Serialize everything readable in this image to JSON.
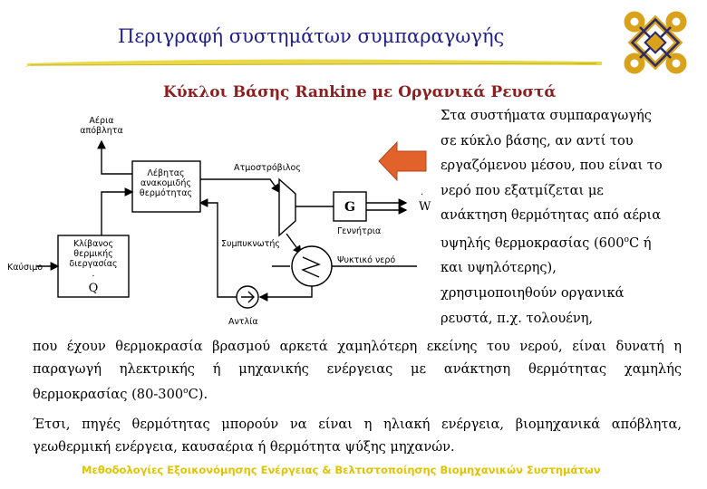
{
  "slide": {
    "title": "Περιγραφή συστημάτων συμπαραγωγής",
    "subtitle": "Κύκλοι Βάσης Rankine με Οργανικά Ρευστά",
    "footer": "Μεθοδολογίες Εξοικονόμησης Ενέργειας & Βελτιστοποίησης Βιομηχανικών Συστημάτων",
    "colors": {
      "title": "#1f1f8a",
      "subtitle": "#8b1e1e",
      "accent_arrow": "#e2622c",
      "underline": "#e8d84a",
      "footer": "#e0c400"
    }
  },
  "diagram": {
    "flue_gas": [
      "Αέρια",
      "απόβλητα"
    ],
    "boiler": [
      "Λέβητας",
      "ανακομιδής",
      "θερμότητας"
    ],
    "furnace": [
      "Κλίβανος",
      "θερμικής",
      "διεργασίας"
    ],
    "fuel": "Καύσιμο",
    "heat_symbol": "Q",
    "turbine": "Ατμοστρόβιλος",
    "generator_letter": "G",
    "generator": "Γεννήτρια",
    "power_symbol": "W",
    "condenser": "Συμπυκνωτής",
    "cooling_water": "Ψυκτικό νερό",
    "pump": "Αντλία"
  },
  "text": {
    "right_lines": [
      "Στα συστήματα συμπαραγωγής",
      "σε κύκλο βάσης, αν αντί του",
      "εργαζόμενου μέσου, που είναι το",
      "νερό που εξατμίζεται με",
      "ανάκτηση θερμότητας από αέρια",
      "υψηλής θερμοκρασίας (600",
      "και υψηλότερης),",
      "χρησιμοποιηθούν οργανικά",
      "ρευστά, π.χ. τολουένη,"
    ],
    "right_line6_sup": "ο",
    "right_line6_end": "C ή",
    "full_line1": "που έχουν θερμοκρασία βρασμού αρκετά χαμηλότερη εκείνης του νερού, είναι δυνατή η",
    "full_line2": "παραγωγή ηλεκτρικής ή μηχανικής ενέργειας με ανάκτηση θερμότητας χαμηλής",
    "full_line3_start": "θερμοκρασίας (80-300",
    "full_line3_sup": "ο",
    "full_line3_end": "C).",
    "para2_line1": "Έτσι, πηγές θερμότητας μπορούν να είναι η ηλιακή ενέργεια, βιομηχανικά απόβλητα,",
    "para2_line2": "γεωθερμική ενέργεια, καυσαέρια ή θερμότητα ψύξης μηχανών."
  }
}
